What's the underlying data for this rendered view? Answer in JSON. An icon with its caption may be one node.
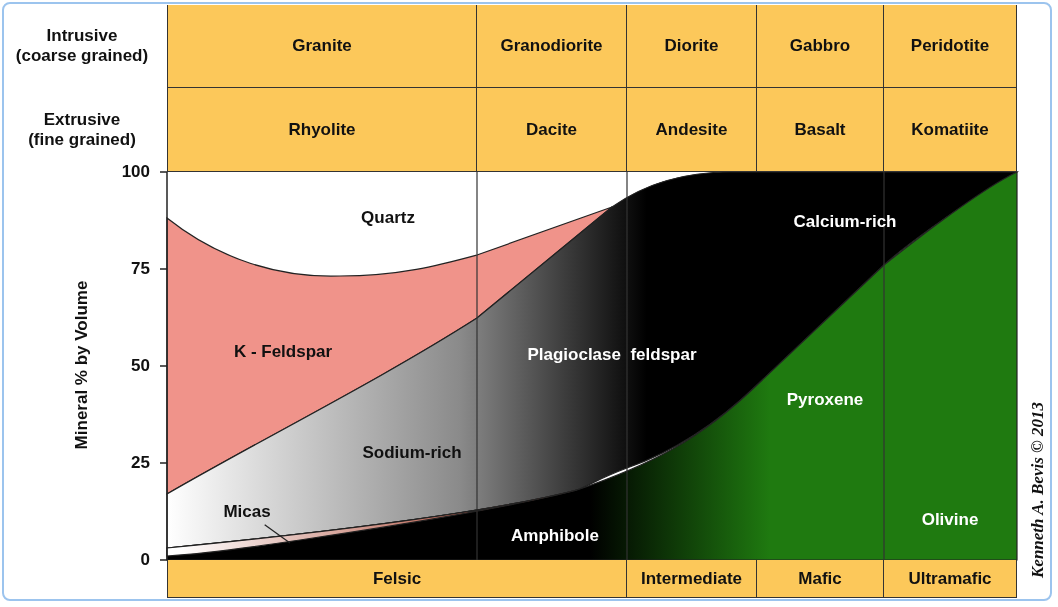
{
  "diagram": {
    "nodes": [
      {
        "text": [
          "Micas"
        ]
      },
      {
        "text": [],
        "shape": "band"
      }
    ],
    "edges": [
      {
        "from": 0,
        "to": 1,
        "arrow": "none"
      }
    ],
    "labels": [
      "Intrusive (coarse grained)",
      "Granite",
      "Granodiorite",
      "Diorite",
      "Gabbro",
      "Peridotite",
      "Extrusive (fine grained)",
      "Rhyolite",
      "Dacite",
      "Andesite",
      "Basalt",
      "Komatiite",
      "100",
      "Quartz",
      "Calcium-rich",
      "75",
      "K - Feldspar",
      "Plagioclase  feldspar",
      "50",
      "Pyroxene",
      "Mineral % by Volume",
      "25",
      "Sodium-rich",
      "Olivine",
      "Amphibole",
      "0",
      "Felsic",
      "Intermediate",
      "Mafic",
      "Ultramafic",
      "Kenneth A. Bevis © 2013"
    ]
  }
}
